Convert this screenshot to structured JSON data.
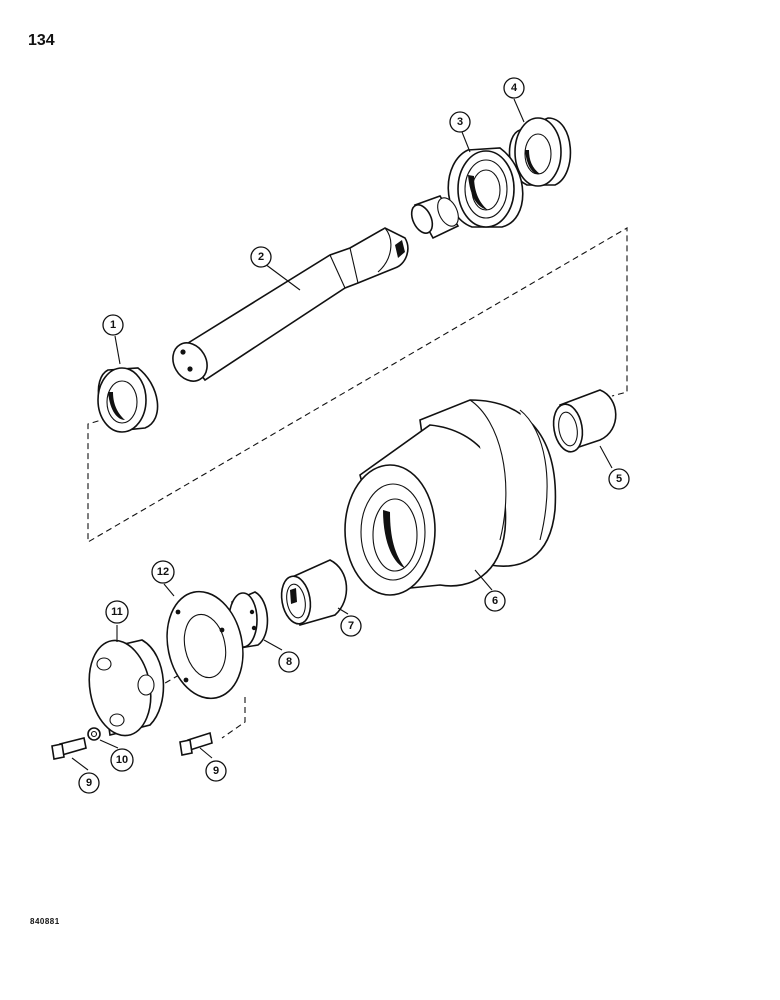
{
  "page": {
    "number": "134",
    "ref_code": "840881"
  },
  "callouts": [
    {
      "id": "1",
      "label": "1"
    },
    {
      "id": "2",
      "label": "2"
    },
    {
      "id": "3",
      "label": "3"
    },
    {
      "id": "4",
      "label": "4"
    },
    {
      "id": "5",
      "label": "5"
    },
    {
      "id": "6",
      "label": "6"
    },
    {
      "id": "7",
      "label": "7"
    },
    {
      "id": "8",
      "label": "8"
    },
    {
      "id": "9a",
      "label": "9"
    },
    {
      "id": "9b",
      "label": "9"
    },
    {
      "id": "10",
      "label": "10"
    },
    {
      "id": "11",
      "label": "11"
    },
    {
      "id": "12",
      "label": "12"
    }
  ]
}
